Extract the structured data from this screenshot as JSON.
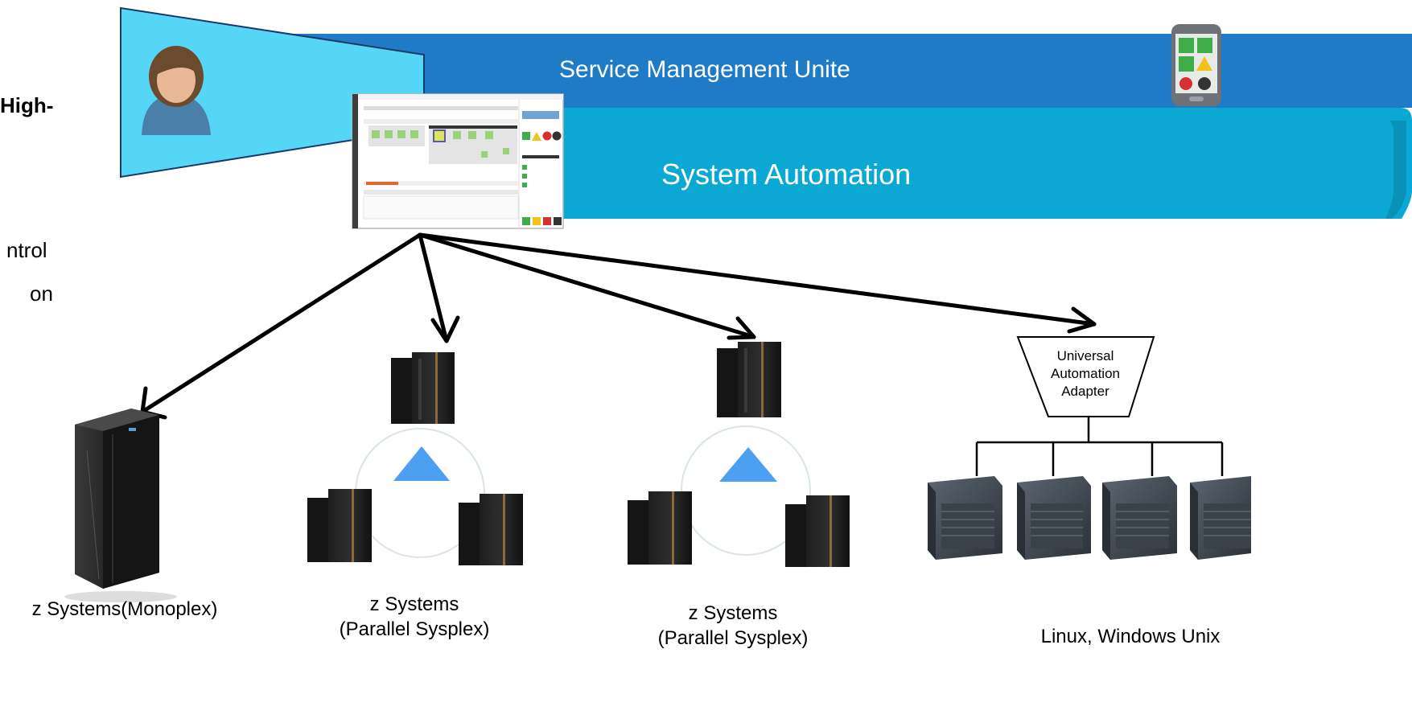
{
  "bands": {
    "service_management_unite": "Service Management Unite",
    "system_automation": "System Automation"
  },
  "left_text_fragments": {
    "line1": "High-",
    "line2": "ntrol",
    "line3": "on"
  },
  "adapter": {
    "line1": "Universal",
    "line2": "Automation",
    "line3": "Adapter"
  },
  "captions": {
    "monoplex": "z Systems(Monoplex)",
    "sysplex1_line1": "z Systems",
    "sysplex1_line2": "(Parallel Sysplex)",
    "sysplex2_line1": "z Systems",
    "sysplex2_line2": "(Parallel Sysplex)",
    "distributed": "Linux, Windows Unix"
  },
  "colors": {
    "smu_band": "#1f7bc6",
    "sa_band": "#0aa8d2",
    "beam": "#56d6f6",
    "sysplex_triangle": "#4d9ff2",
    "arrow": "#000000"
  }
}
